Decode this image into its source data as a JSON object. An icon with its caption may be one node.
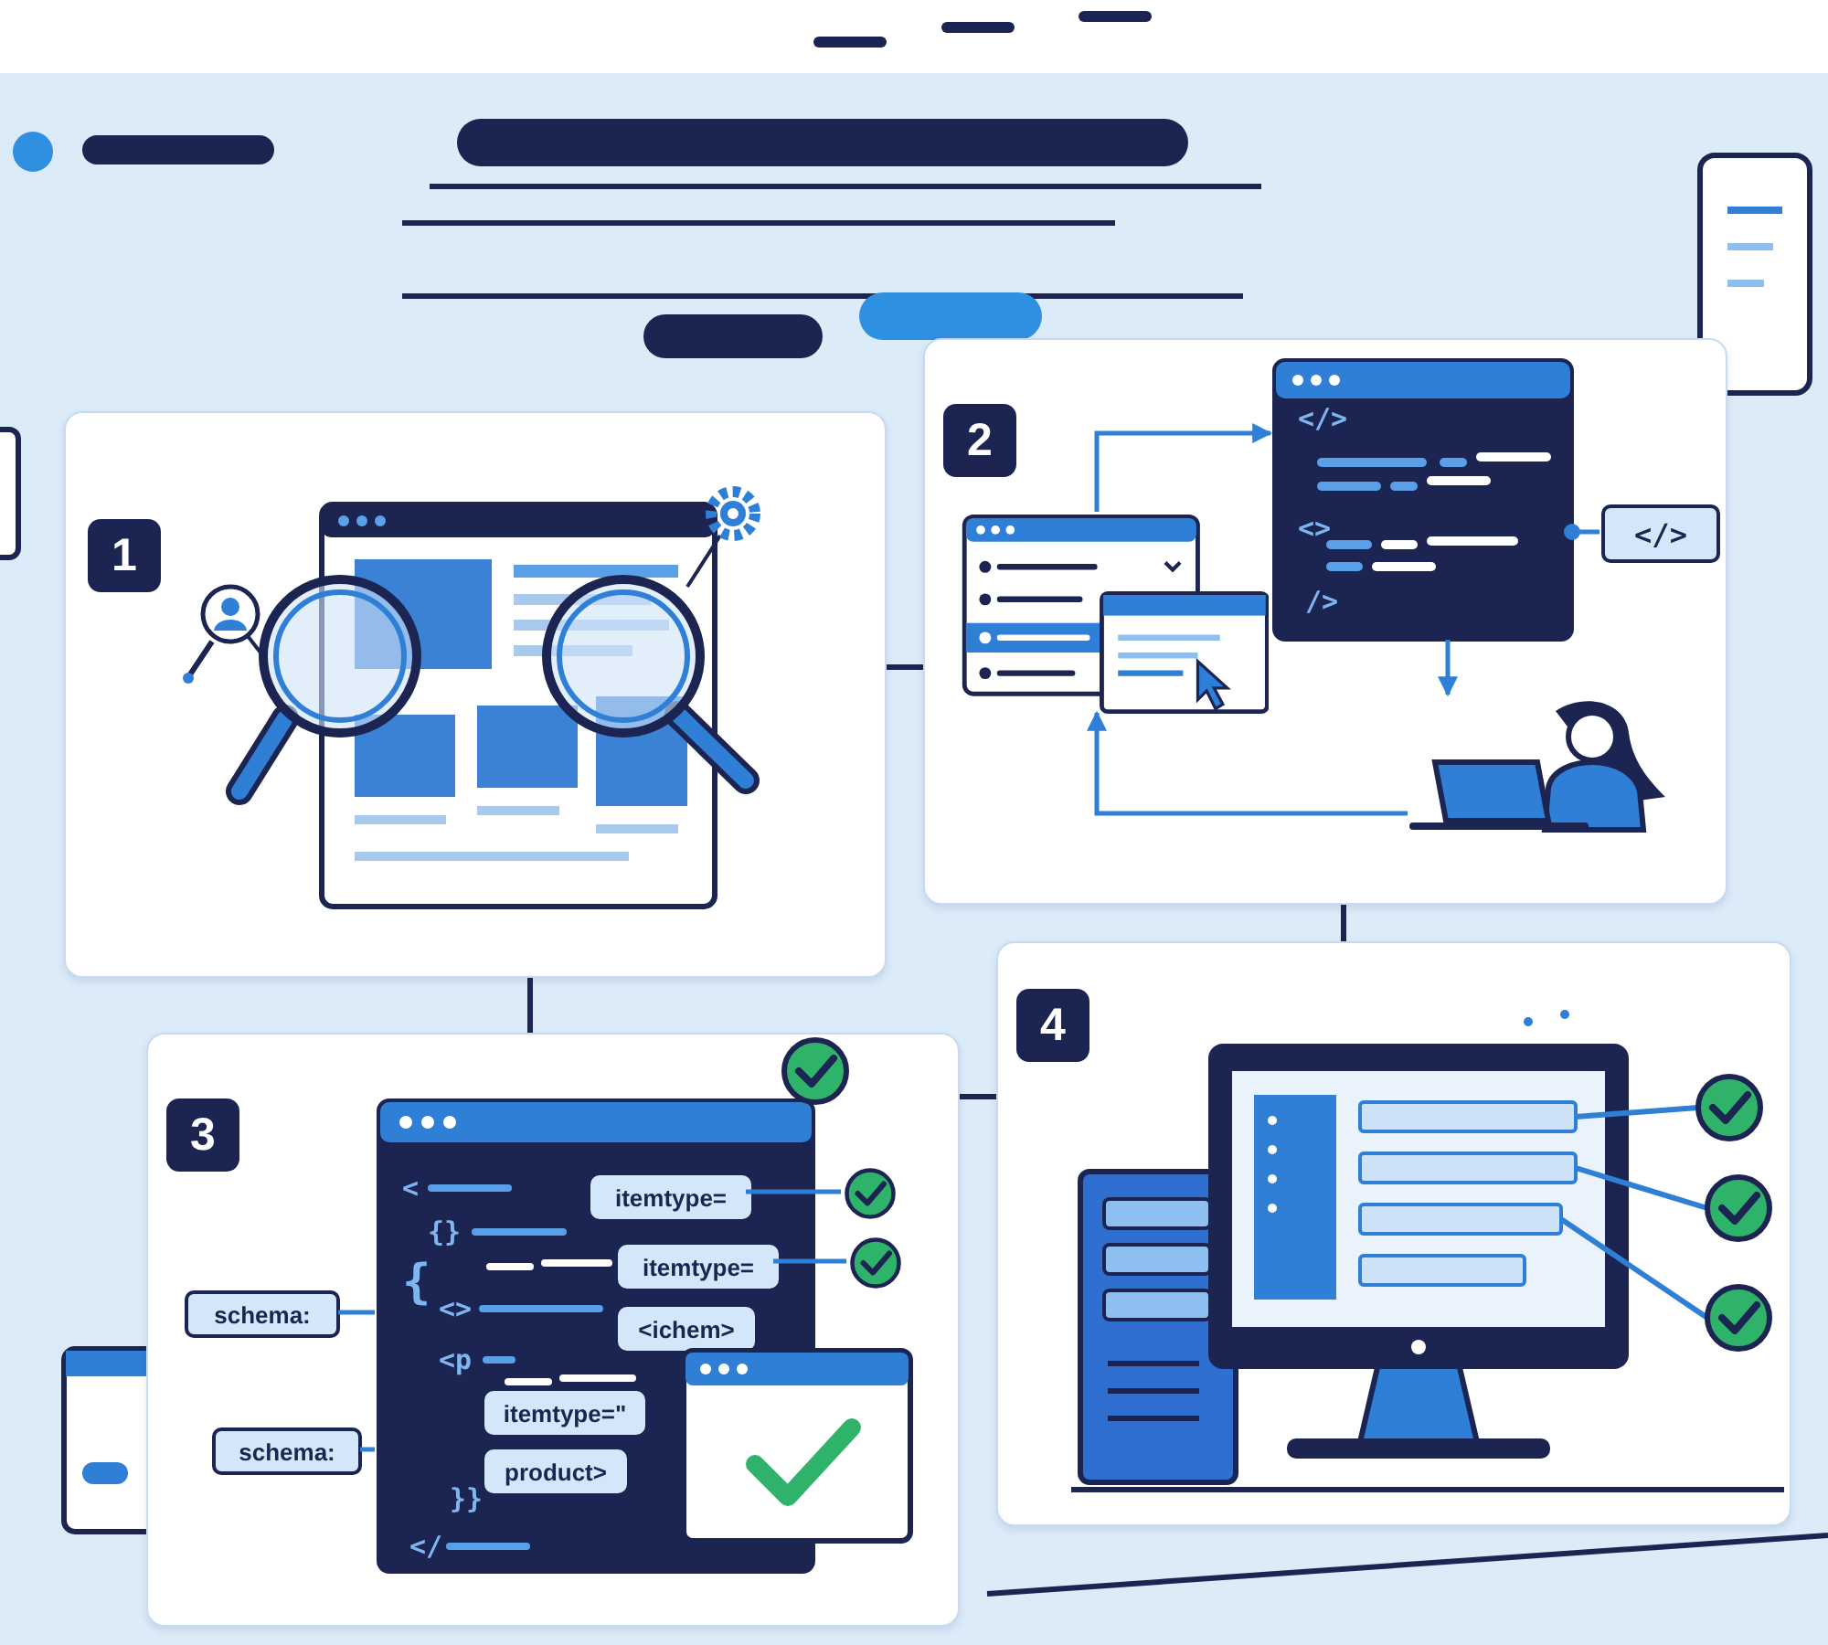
{
  "diagram": {
    "nodes": [
      {
        "text": [
          "1"
        ]
      },
      {
        "text": [
          "2"
        ]
      },
      {
        "text": [
          "3"
        ]
      },
      {
        "text": [
          "4"
        ]
      },
      {
        "text": [],
        "shape": "box",
        "in": 1
      },
      {
        "text": [
          "</>",
          "<>",
          "/>"
        ],
        "in": 1
      },
      {
        "text": [
          "</>"
        ],
        "in": 1
      },
      {
        "text": [],
        "shape": "person",
        "in": 1
      },
      {
        "text": [
          "<",
          "{}",
          "{",
          "<>",
          "<p",
          "}}",
          "</"
        ],
        "in": 2
      },
      {
        "text": [
          "itemtype="
        ],
        "in": 8
      },
      {
        "text": [
          "itemtype="
        ],
        "in": 8
      },
      {
        "text": [
          "<ichem>"
        ],
        "in": 8
      },
      {
        "text": [
          "itemtype=\""
        ],
        "in": 8
      },
      {
        "text": [
          "product>"
        ],
        "in": 8
      },
      {
        "text": [
          "schema:"
        ],
        "in": 2
      },
      {
        "text": [
          "schema:"
        ],
        "in": 2
      },
      {
        "text": [],
        "shape": "circle",
        "in": 2
      },
      {
        "text": [],
        "shape": "circle",
        "in": 2
      },
      {
        "text": [],
        "shape": "circle",
        "in": 2
      }
    ],
    "edges": [
      {
        "from": 0,
        "to": 1,
        "arrow": "none",
        "color": "#1c2452"
      },
      {
        "from": 0,
        "to": 2,
        "arrow": "none",
        "color": "#1c2452"
      },
      {
        "from": 1,
        "to": 3,
        "arrow": "none",
        "color": "#1c2452"
      },
      {
        "from": 2,
        "to": 3,
        "arrow": "none",
        "color": "#1c2452"
      },
      {
        "from": 5,
        "to": 6,
        "arrow": "other"
      },
      {
        "from": 4,
        "to": 5,
        "arrow": "to"
      },
      {
        "from": 5,
        "to": 7,
        "arrow": "to"
      },
      {
        "from": 7,
        "to": 4,
        "arrow": "to"
      },
      {
        "from": 14,
        "to": 8,
        "arrow": "none"
      },
      {
        "from": 15,
        "to": 8,
        "arrow": "none"
      },
      {
        "from": 9,
        "to": 17,
        "arrow": "none"
      },
      {
        "from": 10,
        "to": 18,
        "arrow": "none"
      }
    ]
  }
}
